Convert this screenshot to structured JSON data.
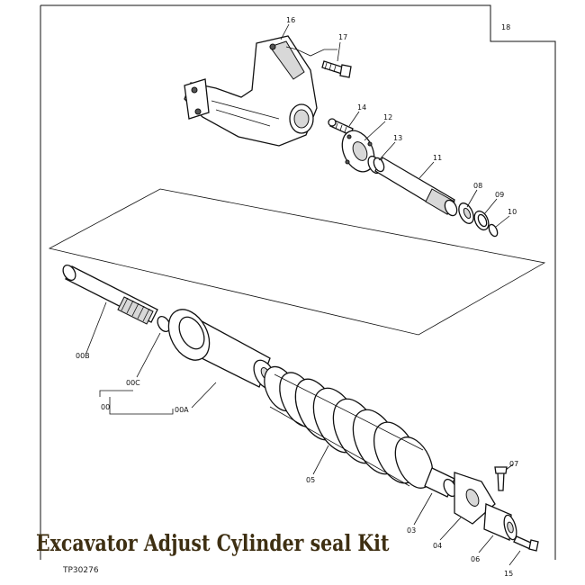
{
  "title": "Excavator Adjust Cylinder seal Kit",
  "figure_code": "TP30276",
  "callouts": {
    "c16": "16",
    "c17": "17",
    "c18": "18",
    "c14": "14",
    "c12": "12",
    "c13": "13",
    "c11": "11",
    "c08": "08",
    "c09": "09",
    "c10": "10",
    "c00B": "00B",
    "c00C": "00C",
    "c00": "00",
    "c00A": "00A",
    "c05": "05",
    "c07": "07",
    "c03": "03",
    "c04": "04",
    "c06": "06",
    "c15": "15"
  },
  "colors": {
    "title": "#3e2f12",
    "ink": "#111111",
    "background": "#ffffff"
  }
}
